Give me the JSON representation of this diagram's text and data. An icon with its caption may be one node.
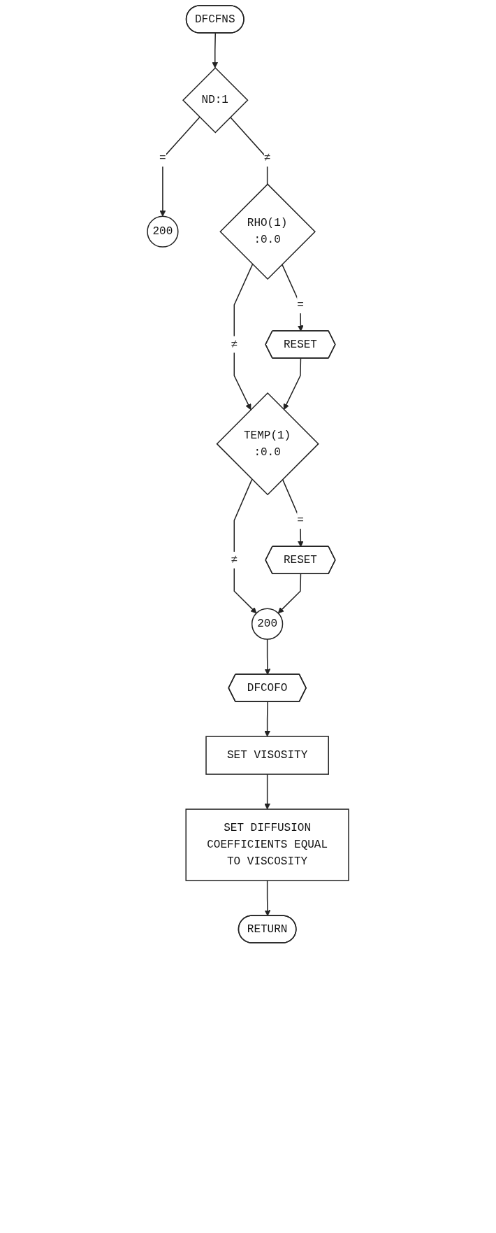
{
  "diagram": {
    "nodes": [
      {
        "text": [
          "DFCFNS"
        ]
      },
      {
        "text": [
          "ND:1"
        ]
      },
      {
        "text": [
          "200"
        ]
      },
      {
        "text": [
          "RHO(1) :0.0"
        ]
      },
      {
        "text": [
          "RESET"
        ]
      },
      {
        "text": [
          "TEMP(1) :0.0"
        ]
      },
      {
        "text": [
          "RESET"
        ]
      },
      {
        "text": [
          "200"
        ]
      },
      {
        "text": [
          "DFCOFO"
        ]
      },
      {
        "text": [
          "SET VISOSITY"
        ]
      },
      {
        "text": [
          "SET DIFFUSION COEFFICIENTS EQUAL TO VISCOSITY"
        ]
      },
      {
        "text": [
          "RETURN"
        ]
      }
    ],
    "edges": [
      {
        "from": 0,
        "to": 1,
        "arrow": "to"
      },
      {
        "from": 1,
        "to": 2,
        "label": "=",
        "arrow": "to"
      },
      {
        "from": 1,
        "to": 3,
        "label": "≠",
        "arrow": "none"
      },
      {
        "from": 3,
        "to": 4,
        "label": "=",
        "arrow": "to"
      },
      {
        "from": 3,
        "to": 5,
        "label": "≠",
        "arrow": "to"
      },
      {
        "from": 4,
        "to": 5,
        "arrow": "to"
      },
      {
        "from": 5,
        "to": 6,
        "label": "=",
        "arrow": "to"
      },
      {
        "from": 5,
        "to": 7,
        "label": "≠",
        "arrow": "to"
      },
      {
        "from": 6,
        "to": 7,
        "arrow": "to"
      },
      {
        "from": 7,
        "to": 8,
        "arrow": "to"
      },
      {
        "from": 8,
        "to": 9,
        "arrow": "to"
      },
      {
        "from": 9,
        "to": 10,
        "arrow": "to"
      },
      {
        "from": 10,
        "to": 11,
        "arrow": "to"
      }
    ]
  }
}
